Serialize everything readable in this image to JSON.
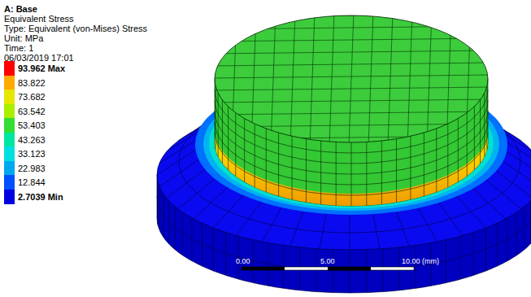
{
  "diagram": {
    "title": "A: Base",
    "labels": [
      "Equivalent Stress",
      "Type: Equivalent (von-Mises) Stress",
      "Unit: MPa",
      "Time: 1",
      "06/03/2019 17:01",
      "0.00",
      "5.00",
      "10.00 (mm)"
    ],
    "legend": [
      {
        "text": "93.962 Max",
        "color": "#ff0000"
      },
      {
        "text": "83.822",
        "color": "#ffaa00"
      },
      {
        "text": "73.682",
        "color": "#e6e600"
      },
      {
        "text": "63.542",
        "color": "#aaee00"
      },
      {
        "text": "53.403",
        "color": "#33dd33"
      },
      {
        "text": "43.263",
        "color": "#00e6a0"
      },
      {
        "text": "33.123",
        "color": "#00e0e0"
      },
      {
        "text": "22.983",
        "color": "#00a8f0"
      },
      {
        "text": "12.844",
        "color": "#0050ff"
      },
      {
        "text": "2.7039 Min",
        "color": "#0000e0"
      }
    ]
  }
}
